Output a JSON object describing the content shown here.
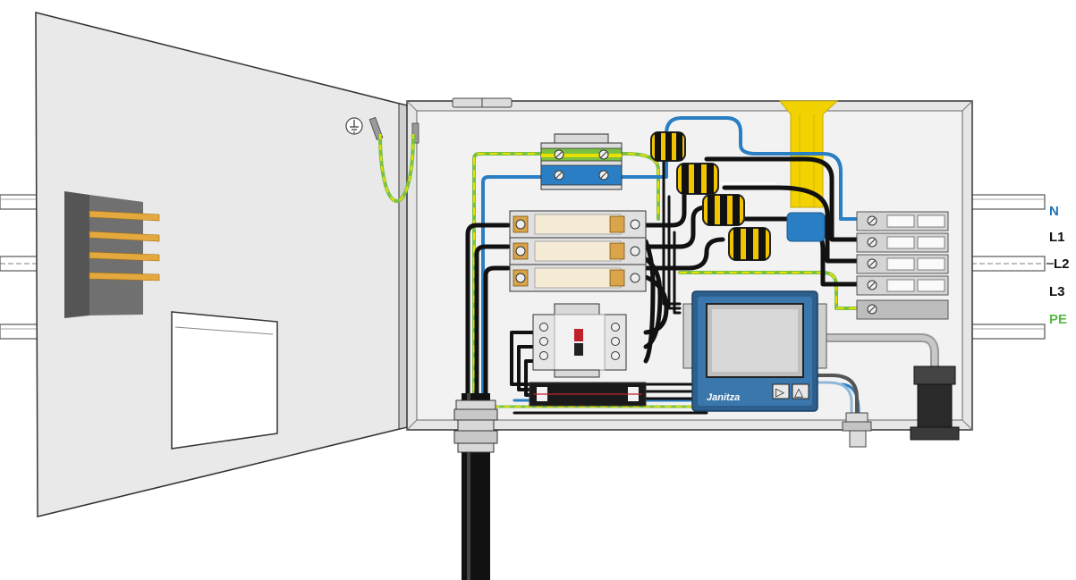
{
  "labels": {
    "n": "N",
    "l1": "L1",
    "l2": "L2",
    "l3": "L3",
    "pe": "PE"
  },
  "device": {
    "brand": "Janitza",
    "button_right": "▷",
    "button_up": "△"
  },
  "icons": {
    "earth": "earth-ground-icon"
  },
  "colors": {
    "neutral_blue": "#2a7fc4",
    "phase_black": "#111111",
    "earth_green": "#7ac143",
    "earth_yellow": "#e8e000",
    "label_n": "#1e73b8",
    "label_pe": "#5cb848",
    "meter_frame": "#2d5f8e",
    "cable_duct": "#f2d200"
  }
}
